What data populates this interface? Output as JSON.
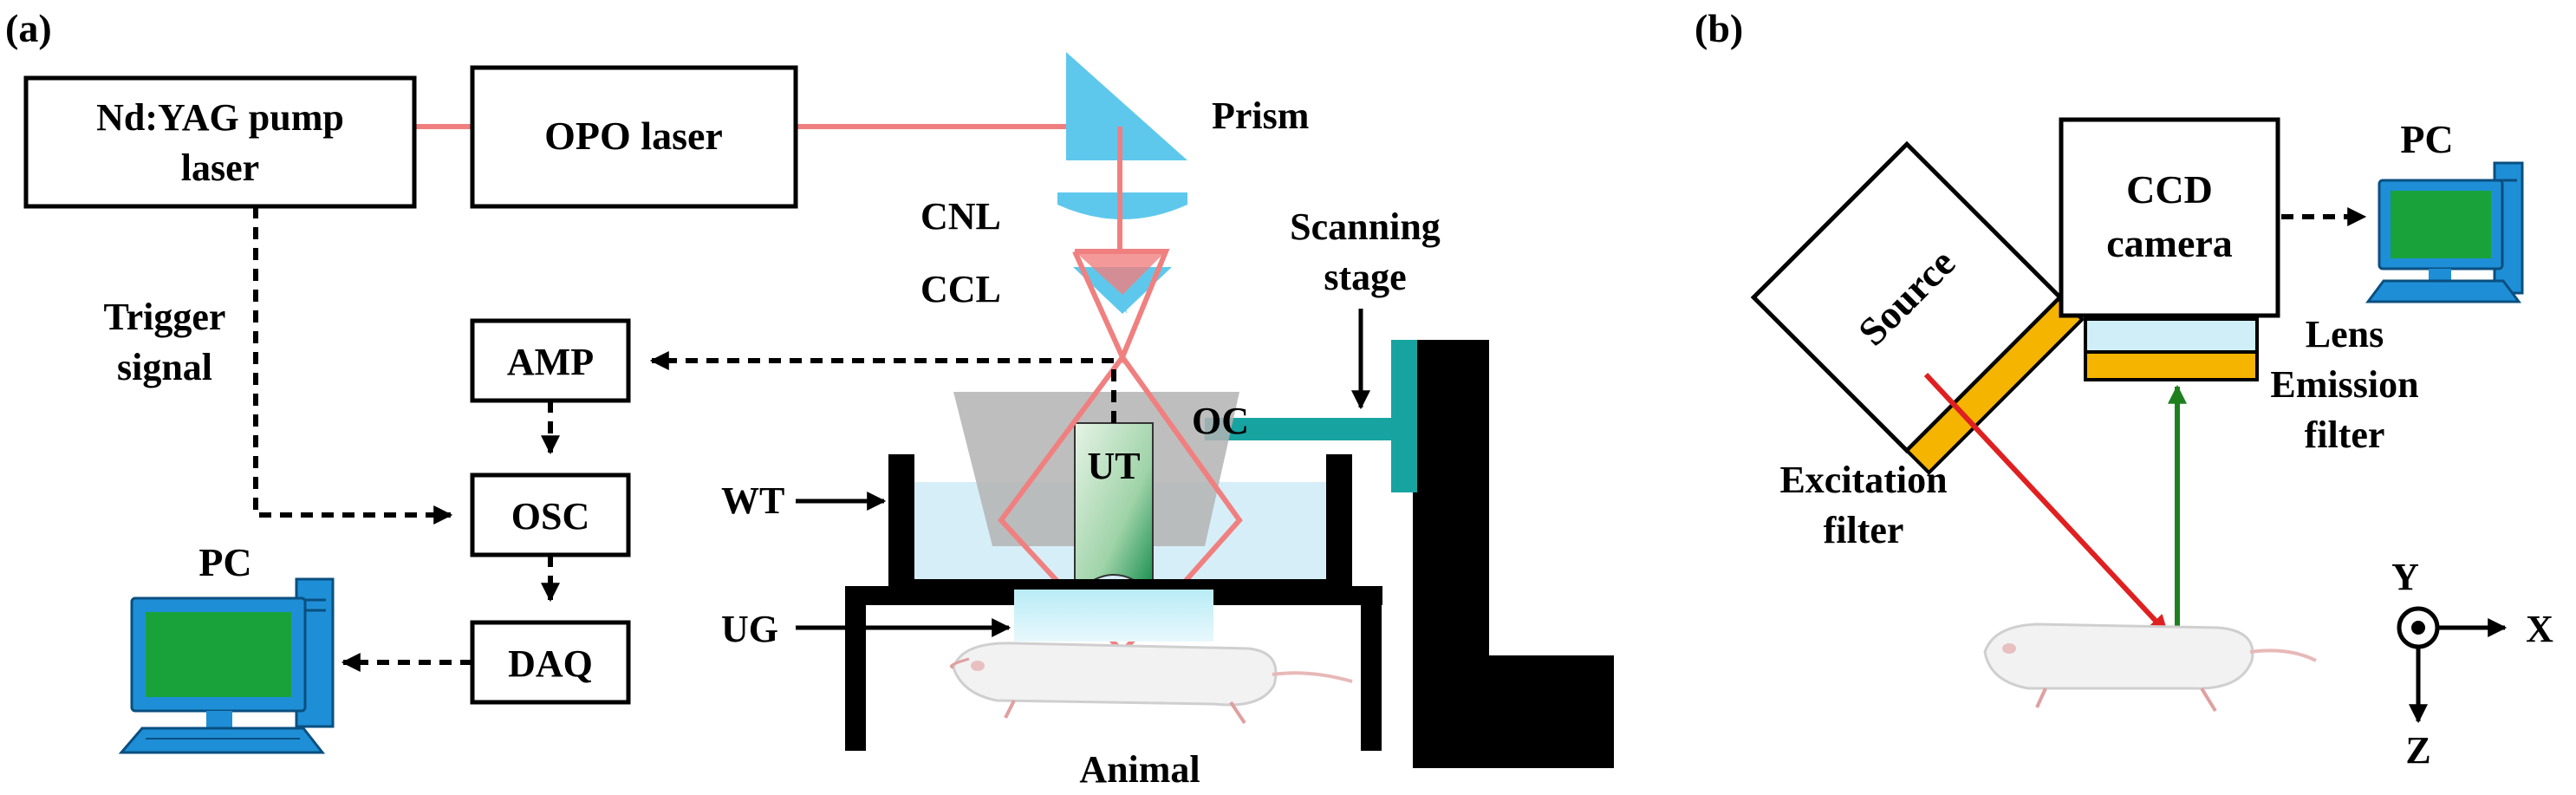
{
  "panel_a": {
    "panel_label": "(a)",
    "pump_laser": [
      "Nd:YAG pump",
      "laser"
    ],
    "opo_laser": "OPO laser",
    "prism": "Prism",
    "cnl": "CNL",
    "ccl": "CCL",
    "scanning_stage": [
      "Scanning",
      "stage"
    ],
    "trigger_signal": [
      "Trigger",
      "signal"
    ],
    "amp": "AMP",
    "osc": "OSC",
    "daq": "DAQ",
    "pc": "PC",
    "oc": "OC",
    "ut": "UT",
    "wt": "WT",
    "ug": "UG",
    "animal": "Animal"
  },
  "panel_b": {
    "panel_label": "(b)",
    "source": "Source",
    "ccd_camera": [
      "CCD",
      "camera"
    ],
    "pc": "PC",
    "lens": "Lens",
    "emission_filter": [
      "Emission",
      "filter"
    ],
    "excitation_filter": [
      "Excitation",
      "filter"
    ],
    "axis_y": "Y",
    "axis_x": "X",
    "axis_z": "Z"
  },
  "colors": {
    "laser_beam": "#f08080",
    "optics_blue": "#5ec8ec",
    "water_tank": "#d6eef8",
    "filter_yellow": "#f5b400",
    "lens_light_blue": "#cfeef8",
    "pc_blue": "#1e8fd6",
    "pc_screen": "#19a23a",
    "stage_teal": "#17a3a0",
    "excitation_red": "#e02020",
    "emission_green": "#1f7f1f"
  }
}
